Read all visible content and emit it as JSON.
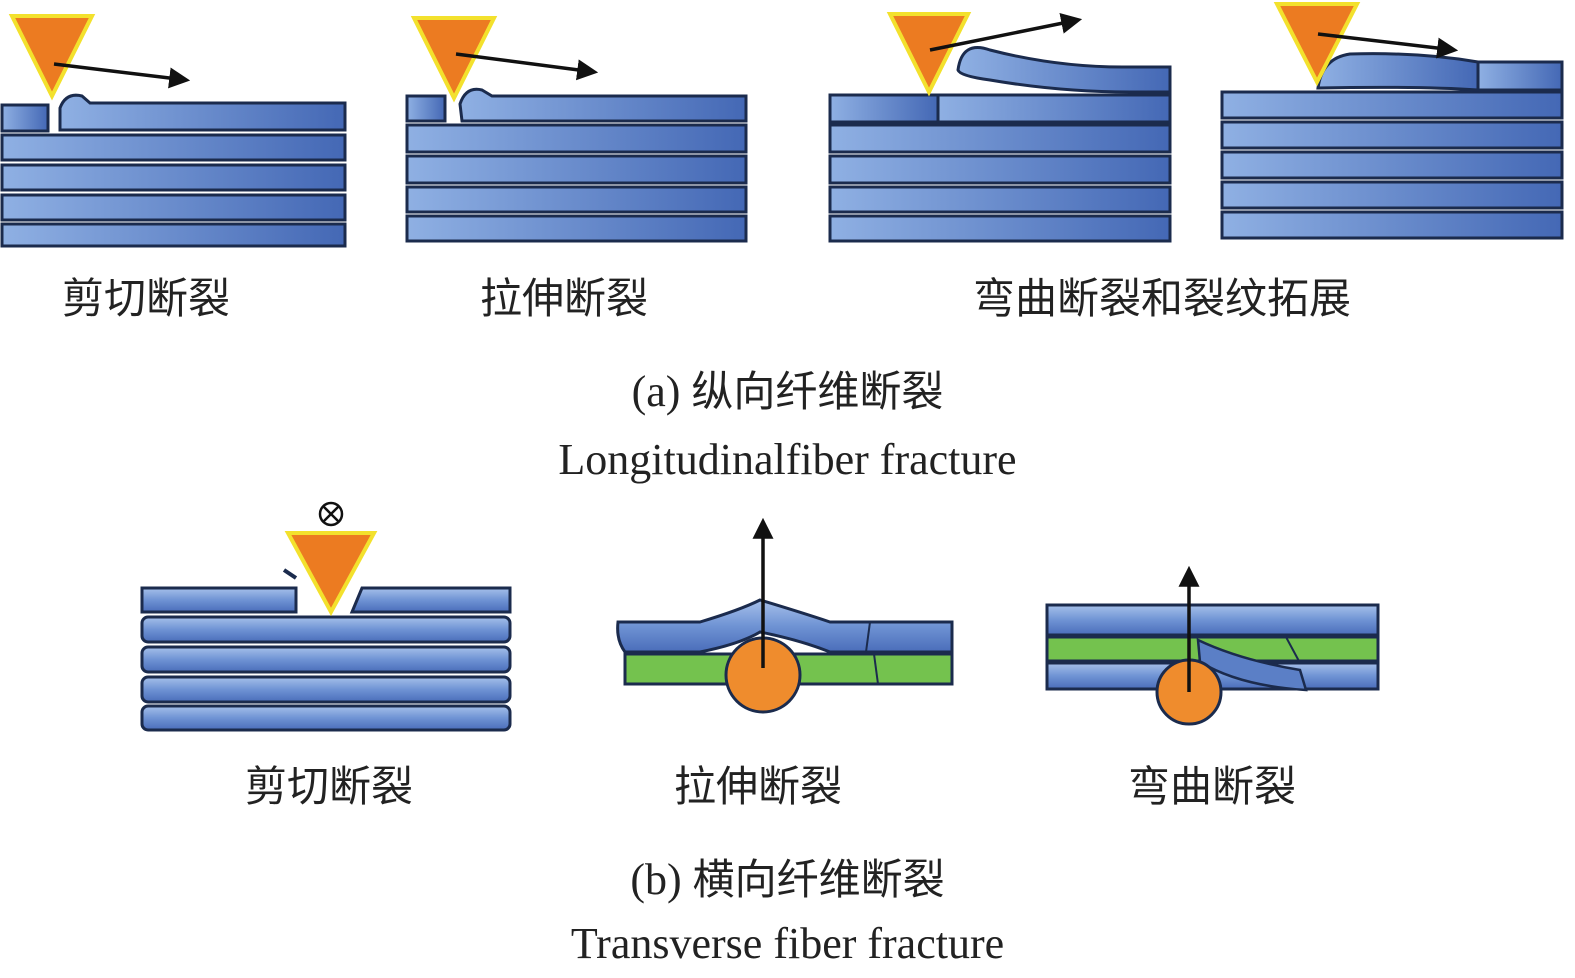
{
  "colors": {
    "fiber_light": "#8fb0e3",
    "fiber_dark": "#4468b5",
    "fiber_edge": "#1b2b4d",
    "matrix_green": "#74c24e",
    "indenter_orange": "#ec7b21",
    "indenter_edge": "#f3e12d",
    "roller_orange": "#ef8c2d",
    "arrow": "#111111"
  },
  "section_a": {
    "panel_labels": [
      "剪切断裂",
      "拉伸断裂",
      "弯曲断裂和裂纹拓展"
    ],
    "caption_prefix": "(a)",
    "caption_zh": "纵向纤维断裂",
    "caption_en": "Longitudinalfiber fracture"
  },
  "section_b": {
    "panel_labels": [
      "剪切断裂",
      "拉伸断裂",
      "弯曲断裂"
    ],
    "caption_prefix": "(b)",
    "caption_zh": "横向纤维断裂",
    "caption_en": "Transverse fiber fracture",
    "out_of_plane_symbol": "⊗"
  }
}
